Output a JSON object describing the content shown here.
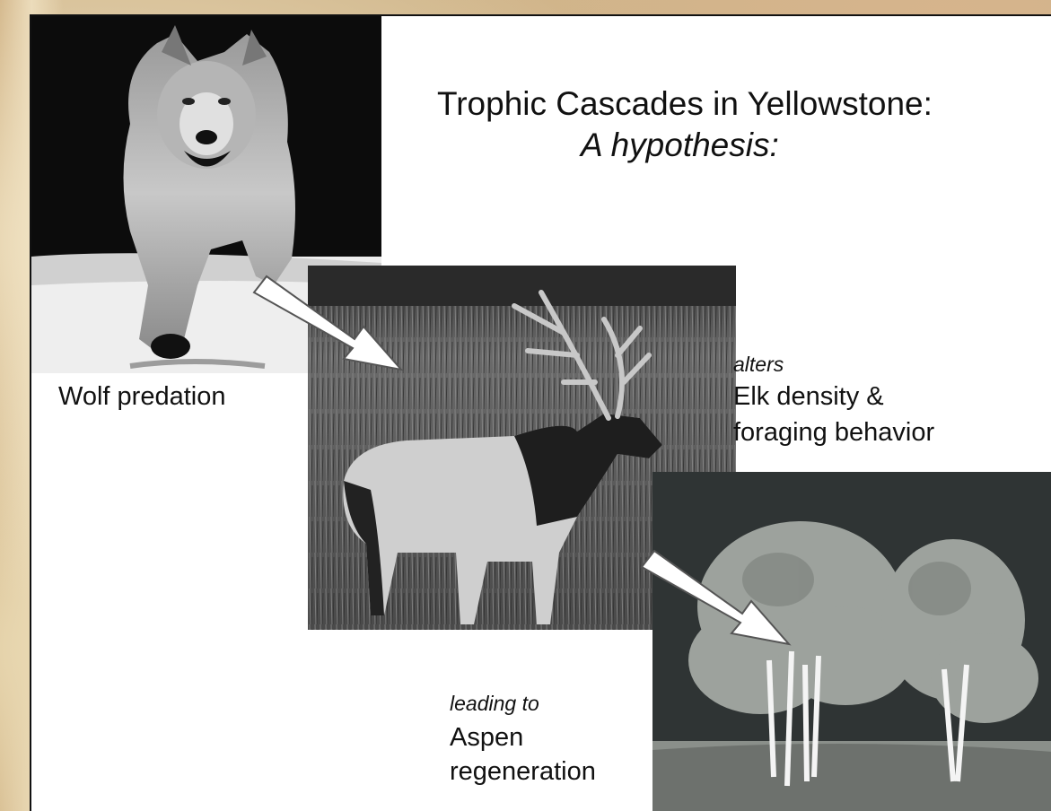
{
  "slide": {
    "title": "Trophic Cascades in Yellowstone:",
    "subtitle": "A hypothesis:"
  },
  "nodes": [
    {
      "id": "wolf",
      "label": "Wolf predation"
    },
    {
      "id": "elk",
      "qualifier": "alters",
      "label_line1": "Elk density &",
      "label_line2": "foraging behavior"
    },
    {
      "id": "aspen",
      "qualifier": "leading to",
      "label_line1": "Aspen",
      "label_line2": "regeneration"
    }
  ],
  "colors": {
    "ink": "#111111",
    "arrow_fill": "#ffffff",
    "arrow_stroke": "#555555"
  }
}
